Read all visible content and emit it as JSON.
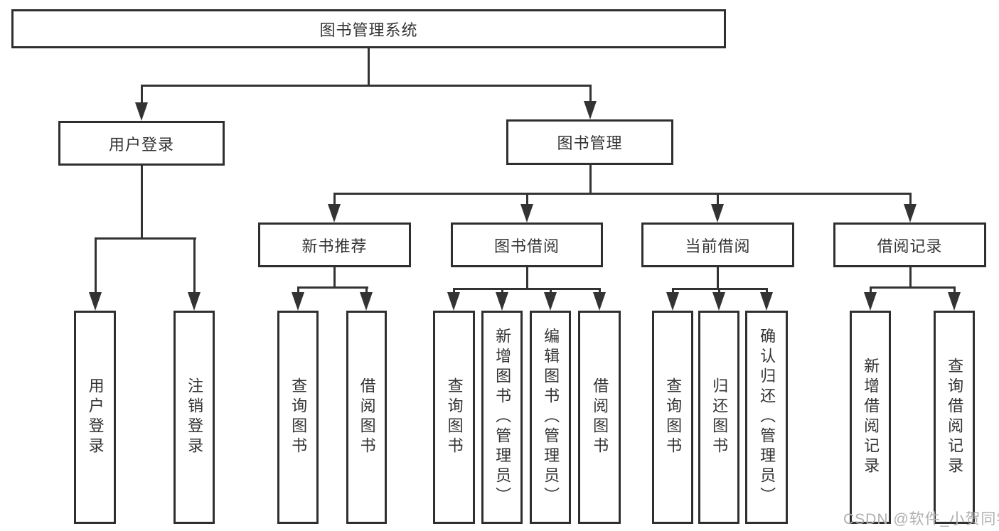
{
  "root": {
    "label": "图书管理系统"
  },
  "level2": {
    "login": {
      "label": "用户登录"
    },
    "management": {
      "label": "图书管理"
    }
  },
  "level3": {
    "new_books": {
      "label": "新书推荐"
    },
    "book_borrow": {
      "label": "图书借阅"
    },
    "current_borrow": {
      "label": "当前借阅"
    },
    "borrow_records": {
      "label": "借阅记录"
    }
  },
  "leaves": {
    "login": [
      "用户登录",
      "注销登录"
    ],
    "new_books": [
      "查询图书",
      "借阅图书"
    ],
    "book_borrow": [
      "查询图书",
      "新增图书（管理员）",
      "编辑图书（管理员）",
      "借阅图书"
    ],
    "current_borrow": [
      "查询图书",
      "归还图书",
      "确认归还（管理员）"
    ],
    "borrow_records": [
      "新增借阅记录",
      "查询借阅记录"
    ]
  },
  "watermark": "CSDN @软件_小贺同学",
  "colors": {
    "line": "#333333",
    "box_border": "#2f2f2f",
    "box_bg": "#ffffff",
    "text": "#333333",
    "watermark": "#b0b0b0"
  }
}
